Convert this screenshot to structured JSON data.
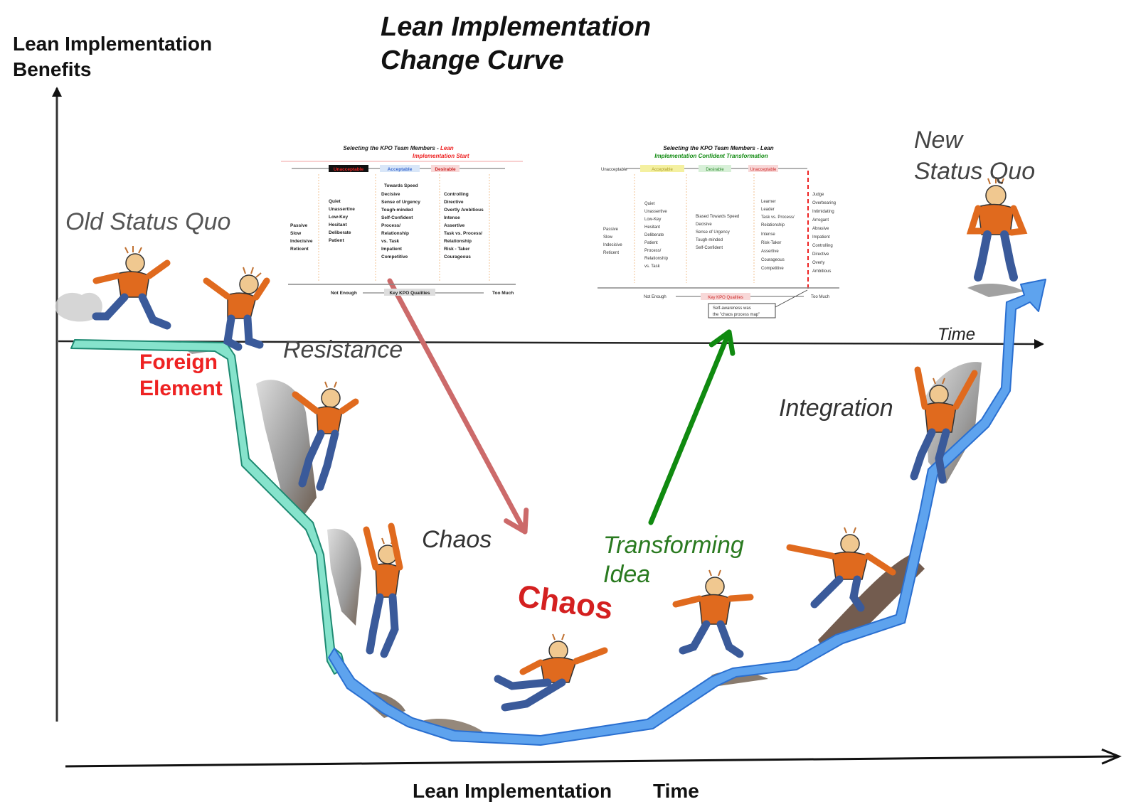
{
  "title": {
    "line1": "Lean Implementation",
    "line2": "Change Curve"
  },
  "axes": {
    "y_label_line1": "Lean Implementation",
    "y_label_line2": "Benefits",
    "x_label_left": "Lean Implementation",
    "x_label_right": "Time",
    "inner_time": "Time"
  },
  "stages": {
    "old_status_quo": "Old Status Quo",
    "foreign_element_line1": "Foreign",
    "foreign_element_line2": "Element",
    "resistance": "Resistance",
    "chaos_small": "Chaos",
    "chaos_big": "Chaos",
    "transforming_line1": "Transforming",
    "transforming_line2": "Idea",
    "integration": "Integration",
    "new_status_line1": "New",
    "new_status_line2": "Status Quo"
  },
  "inset_left": {
    "title_line1_a": "Selecting the KPO Team Members - ",
    "title_line1_b": "Lean",
    "title_line2": "Implementation Start",
    "headers": [
      "Unacceptable",
      "Acceptable",
      "Desirable"
    ],
    "col1": [
      "Passive",
      "Slow",
      "Indecisive",
      "Reticent"
    ],
    "col2": [
      "Quiet",
      "Unassertive",
      "Low-Key",
      "Hesitant",
      "Deliberate",
      "Patient"
    ],
    "col3": [
      "Towards Speed",
      "Decisive",
      "Sense of Urgency",
      "Tough-minded",
      "Self-Confident",
      "Process/",
      "  Relationship",
      "  vs. Task",
      "Impatient",
      "Competitive"
    ],
    "col4": [
      "Controlling",
      "Directive",
      "Overtly Ambitious",
      "Intense",
      "Assertive",
      "Task vs. Process/",
      "  Relationship",
      "Risk - Taker",
      "Courageous"
    ],
    "footer_left": "Not Enough",
    "footer_mid": "Key KPO Qualities",
    "footer_right": "Too Much"
  },
  "inset_right": {
    "title_line1": "Selecting the KPO Team Members - Lean",
    "title_line2": "Implementation Confident Transformation",
    "headers": [
      "Unacceptable",
      "Acceptable",
      "Desirable",
      "Unacceptable"
    ],
    "col1": [
      "Passive",
      "Slow",
      "Indecisive",
      "Reticent"
    ],
    "col2": [
      "Quiet",
      "Unassertive",
      "Low-Key",
      "Hesitant",
      "Deliberate",
      "Patient",
      "Process/",
      "  Relationship",
      "  vs. Task"
    ],
    "col3": [
      "Biased Towards Speed",
      "Decisive",
      "Sense of Urgency",
      "Tough-minded",
      "Self-Confident"
    ],
    "col4": [
      "Learner",
      "Leader",
      "Task vs. Process/",
      "  Relationship",
      "Intense",
      "Risk-Taker",
      "Assertive",
      "Courageous",
      "Competitive"
    ],
    "col5": [
      "Judge",
      "Overbearing",
      "Intimidating",
      "Arrogant",
      "Abrasive",
      "Impatient",
      "Controlling",
      "Directive",
      "Overly",
      "Ambitious"
    ],
    "footer_left": "Not Enough",
    "footer_mid": "Key KPO Qualities",
    "footer_right": "Too Much",
    "note_line1": "Self-awareness was",
    "note_line2": "the \"chaos process map\""
  },
  "colors": {
    "curve_teal": "#7fe0c8",
    "curve_blue": "#5aa0ec",
    "curve_outline": "#2a6fd0",
    "red_arrow": "#cc6a6a",
    "green_arrow": "#108a10",
    "foreign_red": "#ee2222",
    "chaos_red": "#d42020",
    "transform_green": "#2a7a20",
    "figure_orange": "#e06a1e",
    "figure_blue": "#3a5a9a"
  }
}
